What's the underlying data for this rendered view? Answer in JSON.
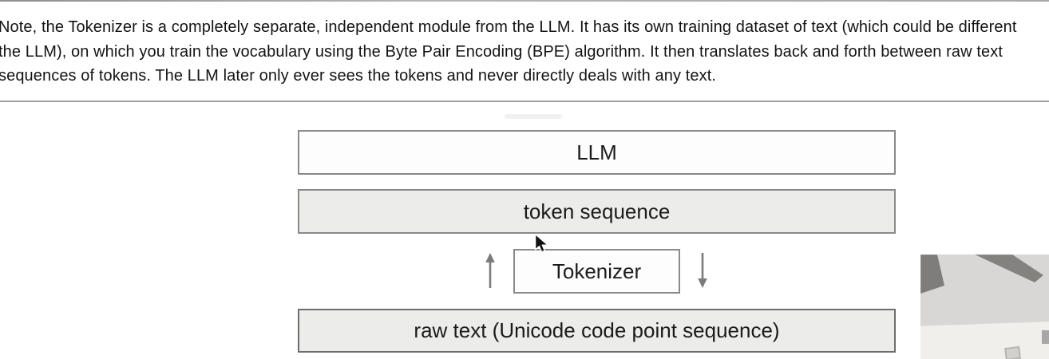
{
  "note": {
    "lines": [
      "Note, the Tokenizer is a completely separate, independent module from the LLM. It has its own training dataset of text (which could be different",
      "the LLM), on which you train the vocabulary using the Byte Pair Encoding (BPE) algorithm. It then translates back and forth between raw text",
      "sequences of tokens. The LLM later only ever sees the tokens and never directly deals with any text."
    ]
  },
  "diagram": {
    "llm_label": "LLM",
    "token_sequence_label": "token sequence",
    "tokenizer_label": "Tokenizer",
    "raw_text_label": "raw text (Unicode code point sequence)",
    "arrows": [
      {
        "name": "encode-up-arrow",
        "direction": "up"
      },
      {
        "name": "decode-down-arrow",
        "direction": "down"
      }
    ]
  },
  "cursor": {
    "type": "arrow-pointer"
  },
  "photo_inset": {
    "content": "webcam-video-corner-ceiling-fan"
  },
  "colors": {
    "box_border": "#8a8a8a",
    "raw_box_border": "#6d6d6d",
    "box_fill_white": "#fdfdfd",
    "box_fill_gray": "#ececea",
    "arrow_gray": "#7b7b7b",
    "divider_gray": "#9f9f9f",
    "text_black": "#141414"
  }
}
